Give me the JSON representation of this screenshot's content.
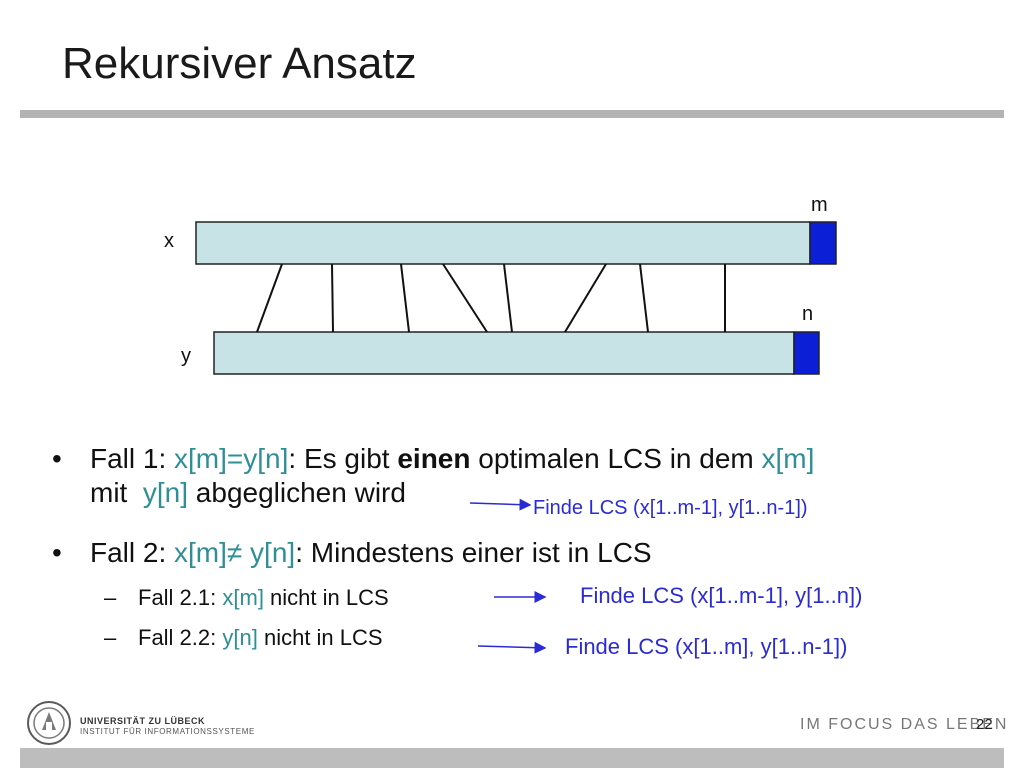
{
  "title": "Rekursiver Ansatz",
  "diagram": {
    "label_x": "x",
    "label_y": "y",
    "label_m": "m",
    "label_n": "n",
    "bar_color": "#c7e3e6",
    "end_color": "#0a1fd6"
  },
  "bullets": {
    "fall1": {
      "prefix": "Fall 1: ",
      "cond": "x[m]=y[n]",
      "mid1": ": Es gibt ",
      "bold": "einen",
      "mid2": " optimalen LCS in dem ",
      "xm": "x[m]",
      "line2_pre": "mit  ",
      "yn": "y[n]",
      "line2_post": " abgeglichen wird"
    },
    "fall2": {
      "prefix": "Fall 2: ",
      "cond": "x[m]≠ y[n]",
      "rest": ": Mindestens einer ist in LCS"
    },
    "sub1": {
      "dash": "–",
      "pre": "Fall 2.1: ",
      "var": "x[m]",
      "post": " nicht in LCS"
    },
    "sub2": {
      "dash": "–",
      "pre": "Fall 2.2: ",
      "var": "y[n]",
      "post": " nicht in LCS"
    }
  },
  "notes": {
    "note1": "Finde LCS (x[1..m-1], y[1..n-1])",
    "note2": "Finde LCS (x[1..m-1], y[1..n])",
    "note3": "Finde LCS (x[1..m], y[1..n-1])"
  },
  "footer": {
    "university": "UNIVERSITÄT ZU LÜBECK",
    "institute": "INSTITUT FÜR INFORMATIONSSYSTEME",
    "tagline": "IM FOCUS DAS LEBEN",
    "page": "22"
  }
}
